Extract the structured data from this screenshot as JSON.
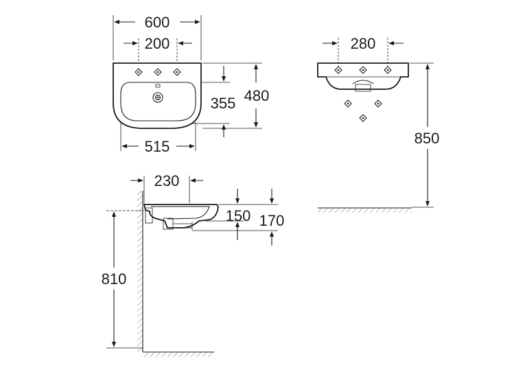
{
  "dimensions": {
    "top_overall_width": "600",
    "top_tap_holes_spacing": "200",
    "top_inner_width": "515",
    "top_depth_overall": "480",
    "top_depth_inner": "355",
    "front_tap_spacing": "280",
    "front_floor_height": "850",
    "side_projection": "230",
    "side_bowl_depth": "150",
    "side_total_height": "170",
    "side_mount_height": "810"
  }
}
